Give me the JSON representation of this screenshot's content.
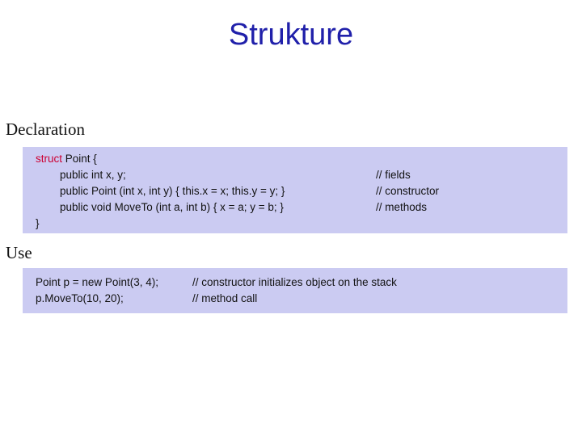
{
  "slide": {
    "title": "Strukture",
    "colors": {
      "title": "#2020AA",
      "keyword": "#CC0033",
      "block_bg": "#CBCBF2",
      "text": "#121212"
    },
    "declaration": {
      "label": "Declaration",
      "lines": [
        {
          "keyword": "struct",
          "rest": " Point {",
          "comment": ""
        },
        {
          "code": "public int x, y;",
          "comment": "// fields"
        },
        {
          "code": "public Point (int x, int y) { this.x = x; this.y = y; }",
          "comment": "// constructor"
        },
        {
          "code": "public void MoveTo (int a, int b) { x = a; y = b; }",
          "comment": "// methods"
        },
        {
          "code": "}",
          "comment": ""
        }
      ]
    },
    "use": {
      "label": "Use",
      "lines": [
        {
          "code": "Point p = new Point(3, 4);",
          "comment": "// constructor initializes object on the stack"
        },
        {
          "code": "p.MoveTo(10, 20);",
          "comment": "// method call"
        }
      ]
    }
  }
}
